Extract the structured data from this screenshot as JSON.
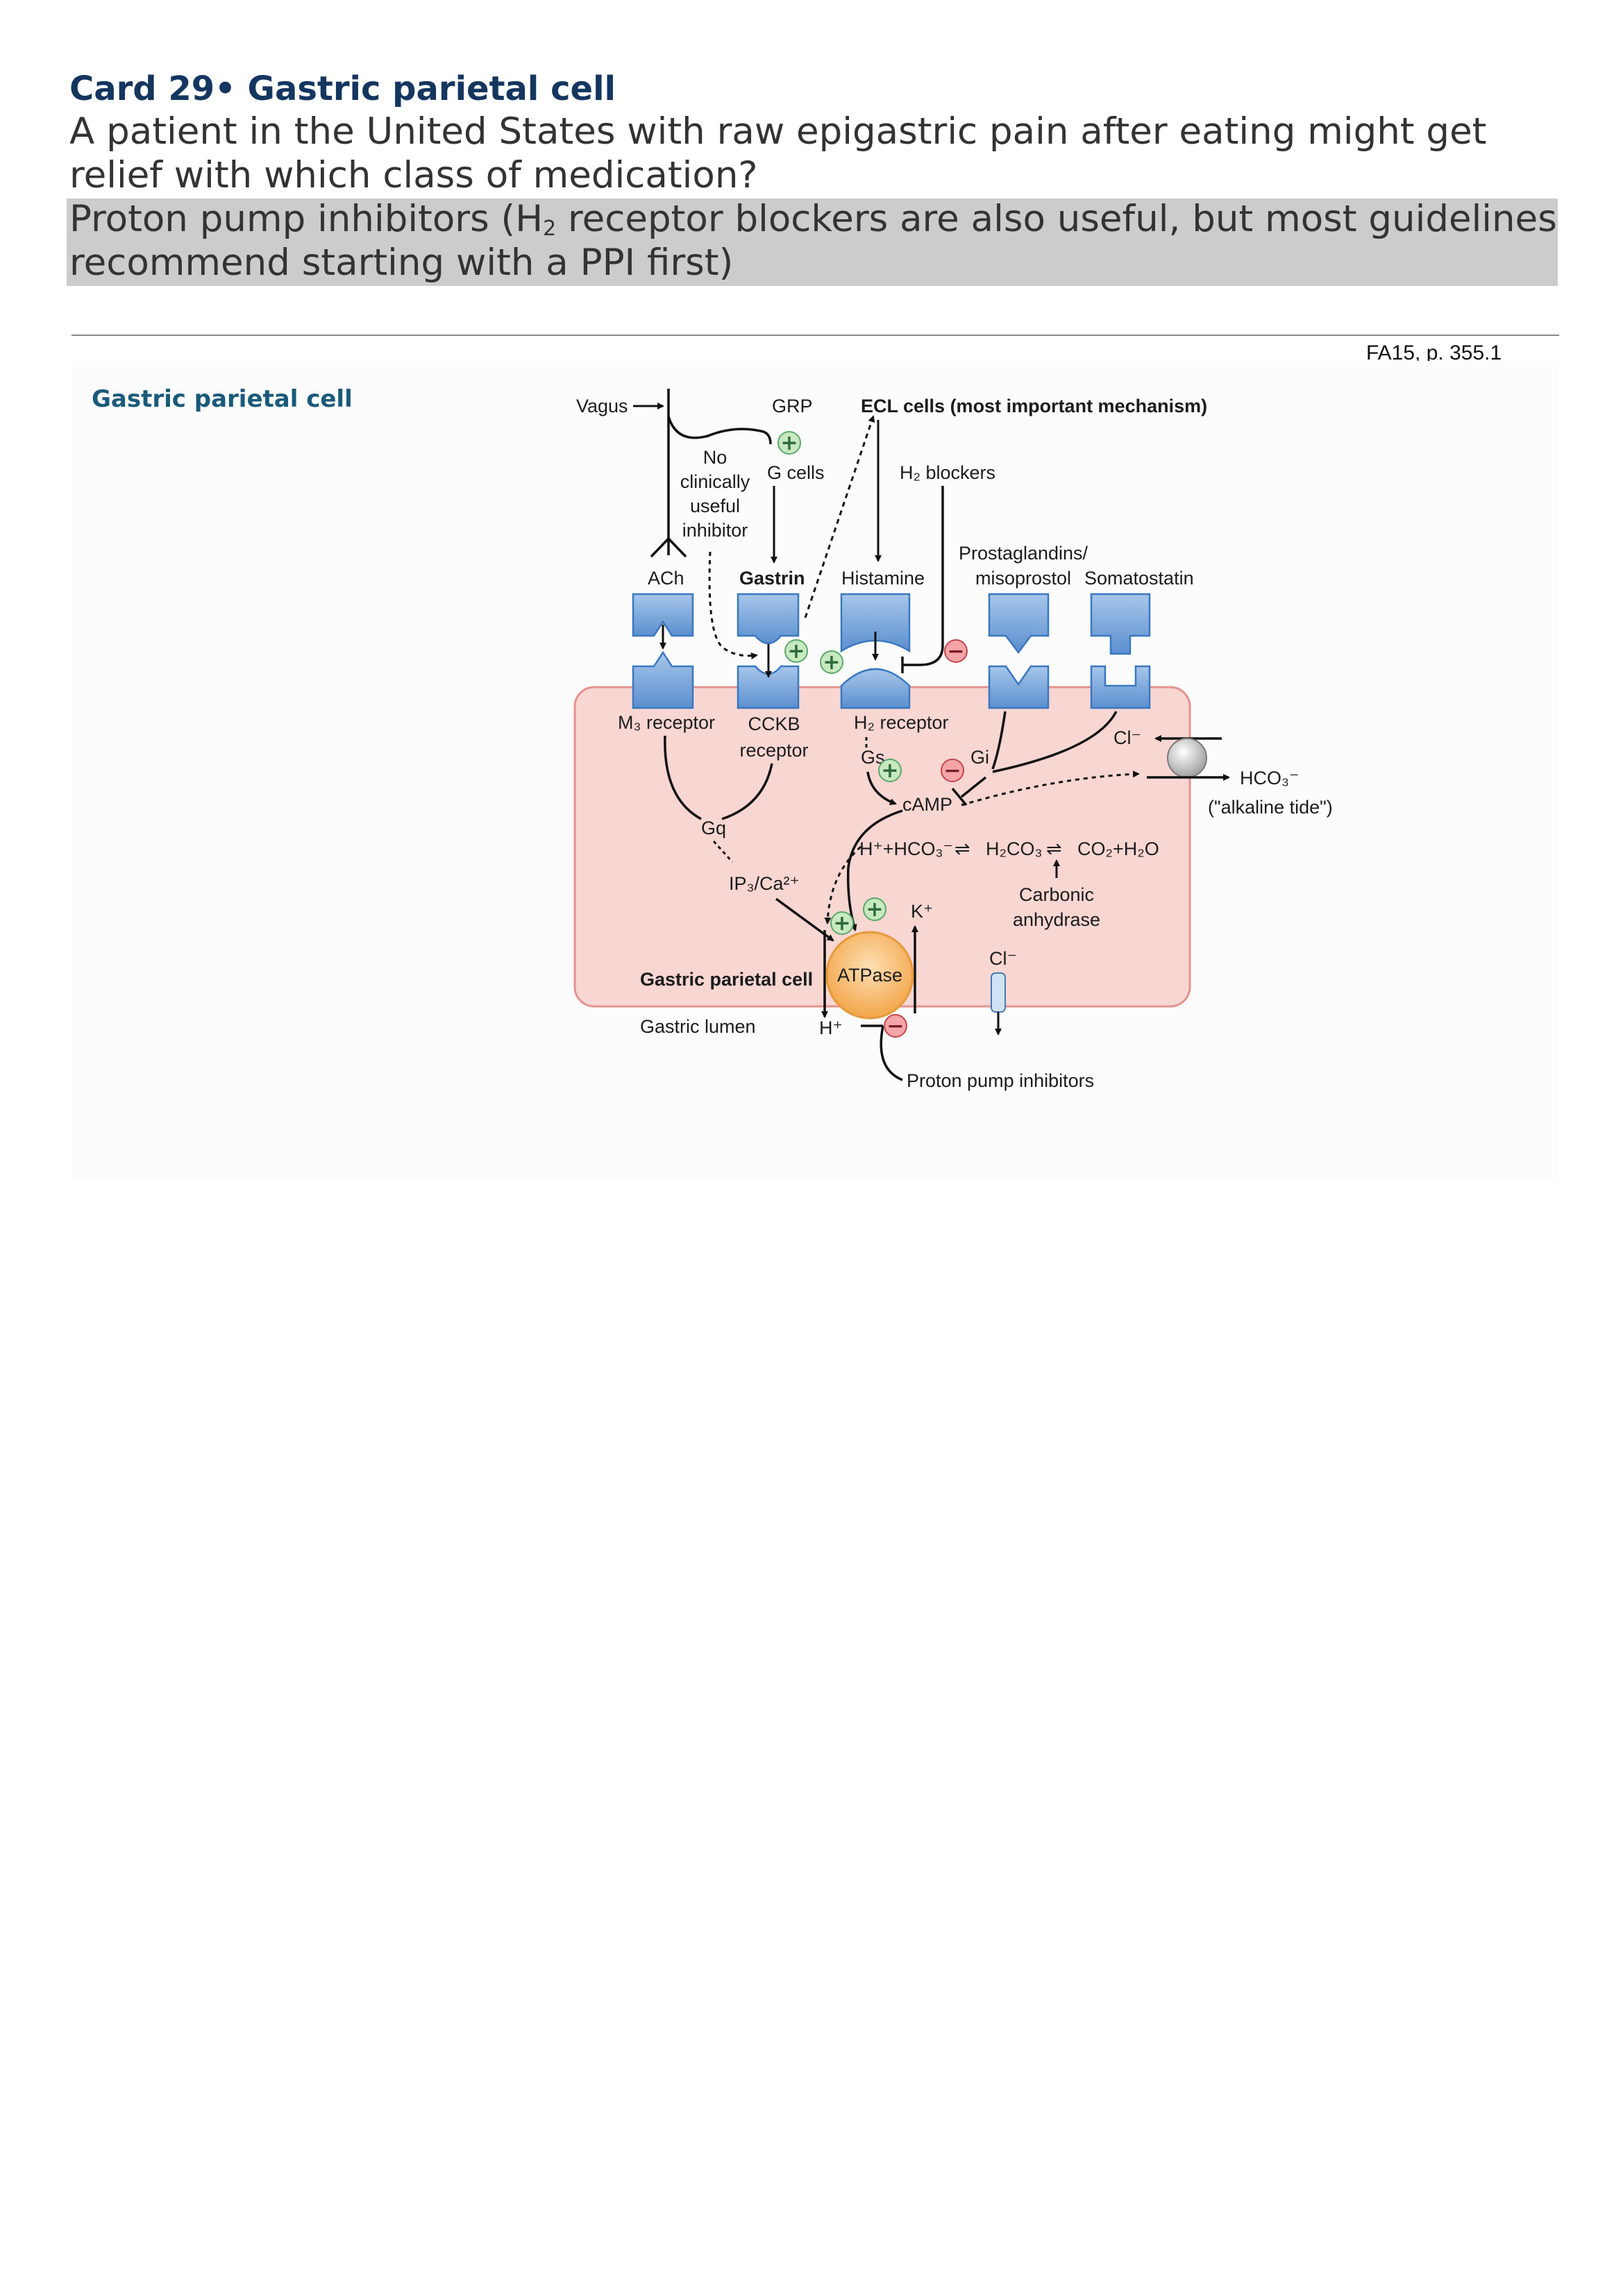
{
  "card": {
    "title": "Card 29• Gastric parietal cell",
    "question": "A patient in the United States with raw epigastric pain after eating might get relief with which class of medication?",
    "answer_prefix": "Proton pump inhibitors (H",
    "answer_sub": "2",
    "answer_suffix": " receptor blockers are also useful, but most guidelines recommend starting with a PPI first)",
    "source": "FA15, p. 355.1"
  },
  "figure": {
    "heading": "Gastric parietal cell",
    "labels": {
      "vagus": "Vagus",
      "grp": "GRP",
      "ecl": "ECL cells (most important mechanism)",
      "no_inhibitor": [
        "No",
        "clinically",
        "useful",
        "inhibitor"
      ],
      "g_cells": "G cells",
      "h2_blockers": "H₂ blockers",
      "ach": "ACh",
      "gastrin": "Gastrin",
      "histamine": "Histamine",
      "prostaglandins": [
        "Prostaglandins/",
        "misoprostol"
      ],
      "somatostatin": "Somatostatin",
      "m3_receptor": "M₃ receptor",
      "cckb_receptor": [
        "CCKB",
        "receptor"
      ],
      "h2_receptor": "H₂ receptor",
      "gs": "Gs",
      "gi": "Gi",
      "gq": "Gq",
      "camp": "cAMP",
      "ip3": "IP₃/Ca²⁺",
      "cl_top": "Cl⁻",
      "hco3": "HCO₃⁻",
      "alkaline_tide": "(\"alkaline tide\")",
      "reaction": [
        "H⁺+HCO₃⁻",
        "H₂CO₃",
        "CO₂+H₂O"
      ],
      "carbonic_anhydrase": [
        "Carbonic",
        "anhydrase"
      ],
      "k_ion": "K⁺",
      "cl_bottom": "Cl⁻",
      "atpase": "ATPase",
      "parietal_cell": "Gastric parietal cell",
      "gastric_lumen": "Gastric lumen",
      "h_ion": "H⁺",
      "ppi": "Proton pump inhibitors"
    },
    "colors": {
      "receptor_fill": "#6f9fd6",
      "cell_fill": "#f8d6d2",
      "stimulate_fill": "#c8e8c0",
      "inhibit_fill": "#f4a5a8",
      "atpase_fill": "#f5b25a",
      "heading": "#1a5a7a"
    }
  }
}
